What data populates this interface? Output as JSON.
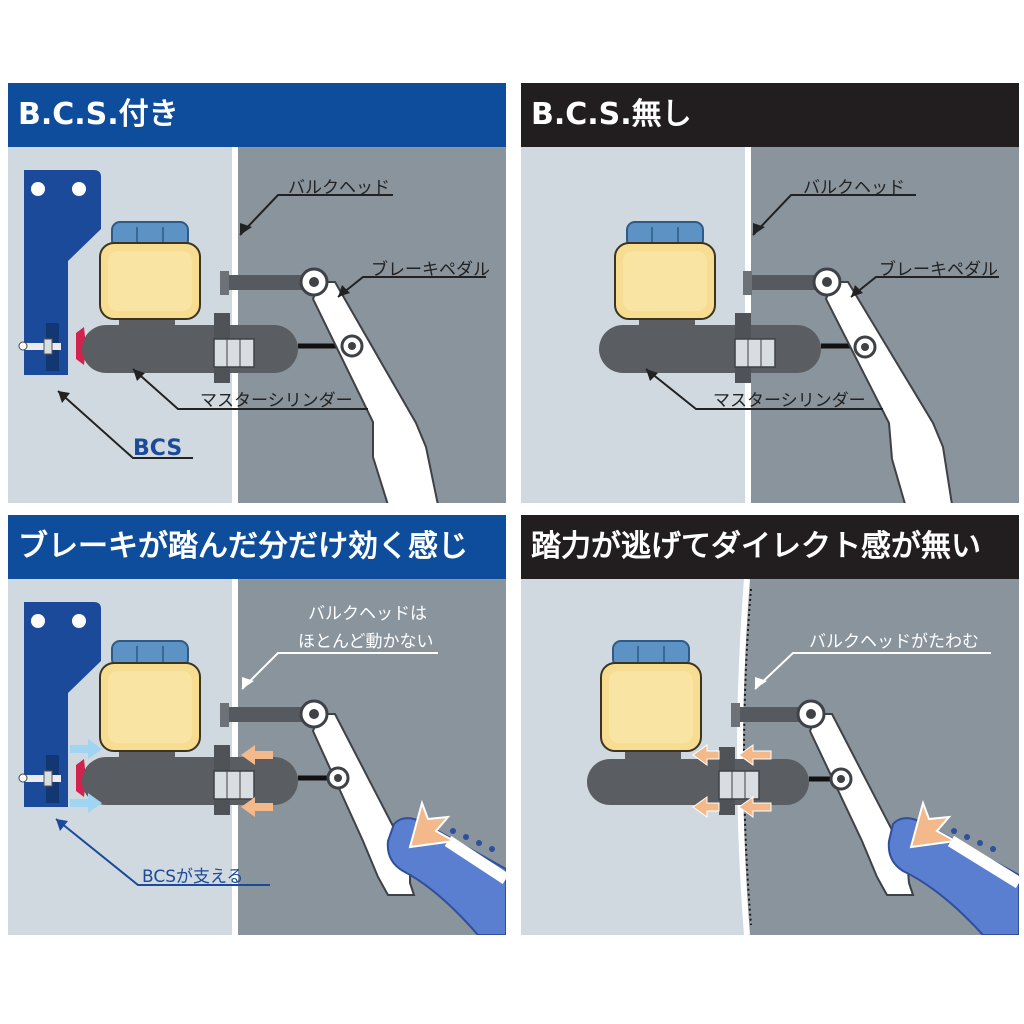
{
  "panels": {
    "top_left": {
      "title": "B.C.S.付き",
      "labels": {
        "bulkhead": "バルクヘッド",
        "brake_pedal": "ブレーキペダル",
        "master_cylinder": "マスターシリンダー",
        "bcs": "BCS"
      }
    },
    "top_right": {
      "title": "B.C.S.無し",
      "labels": {
        "bulkhead": "バルクヘッド",
        "brake_pedal": "ブレーキペダル",
        "master_cylinder": "マスターシリンダー"
      }
    },
    "bottom_left": {
      "title": "ブレーキが踏んだ分だけ効く感じ",
      "labels": {
        "bulkhead_line1": "バルクヘッドは",
        "bulkhead_line2": "ほとんど動かない",
        "bcs_support": "BCSが支える"
      }
    },
    "bottom_right": {
      "title": "踏力が逃げてダイレクト感が無い",
      "labels": {
        "bulkhead_flex": "バルクヘッドがたわむ"
      }
    }
  },
  "colors": {
    "header_blue": "#0e4d9b",
    "header_dark": "#221e1f",
    "engine_side": "#cfd9df",
    "cabin_side": "#8a949c",
    "bracket_blue": "#1c4a9a",
    "reservoir": "#f6dd91",
    "reservoir_cap": "#5d93c4",
    "cylinder": "#5a5d61",
    "arrow": "#f4b98a",
    "shoe": "#5a7fd1"
  }
}
